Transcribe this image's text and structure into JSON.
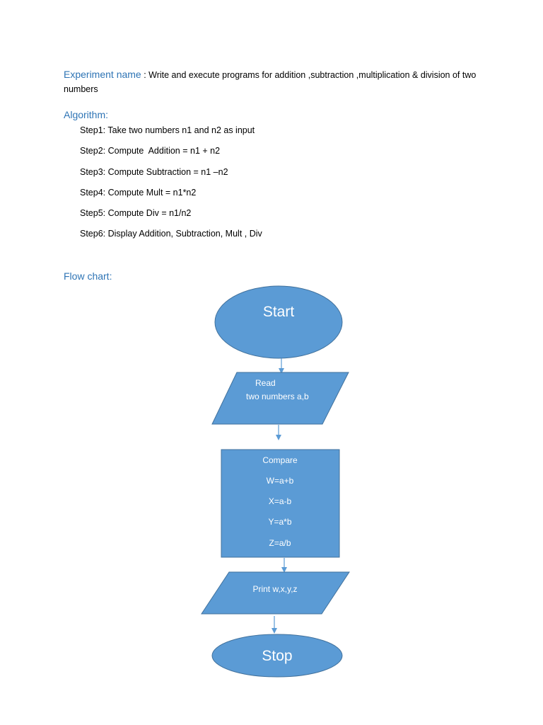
{
  "experiment": {
    "label": "Experiment name",
    "separator": " : ",
    "text": "Write and execute programs for addition ,subtraction ,multiplication & division of two numbers"
  },
  "algorithm": {
    "heading": "Algorithm",
    "colon": ":",
    "steps": [
      "Step1: Take two numbers n1 and n2 as input",
      "Step2: Compute  Addition = n1 + n2",
      "Step3: Compute Subtraction = n1 –n2",
      "Step4: Compute Mult = n1*n2",
      "Step5: Compute Div = n1/n2",
      "Step6: Display Addition, Subtraction, Mult , Div"
    ]
  },
  "flowchart": {
    "heading": "Flow chart:",
    "start": "Start",
    "read_line1": "Read",
    "read_line2": "two numbers a,b",
    "compare": "Compare",
    "w": "W=a+b",
    "x": "X=a-b",
    "y": "Y=a*b",
    "z": "Z=a/b",
    "print": "Print w,x,y,z",
    "stop": "Stop",
    "fill_color": "#5b9bd5",
    "stroke_color": "#41719c"
  }
}
